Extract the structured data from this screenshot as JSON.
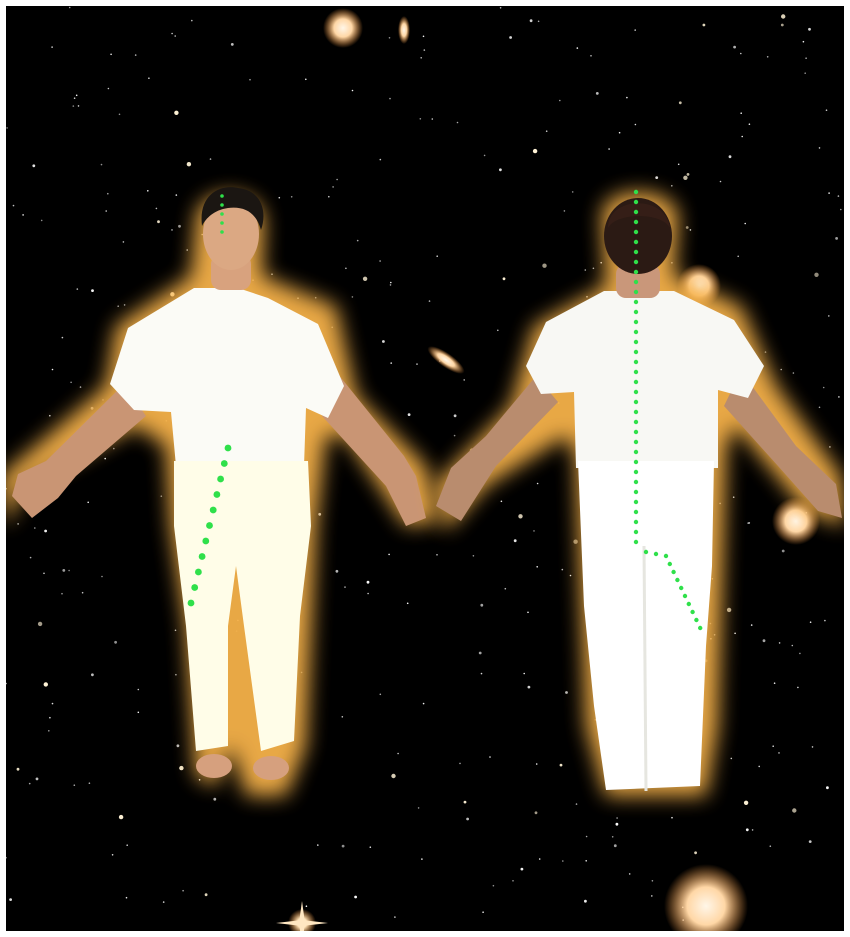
{
  "scene": {
    "background_color": "#000000",
    "border_color": "#ffffff",
    "glow_color": "#f2b34a",
    "dot_color": "#2fe04a",
    "figures": [
      {
        "name": "front-figure",
        "view": "front"
      },
      {
        "name": "back-figure",
        "view": "back"
      }
    ]
  }
}
